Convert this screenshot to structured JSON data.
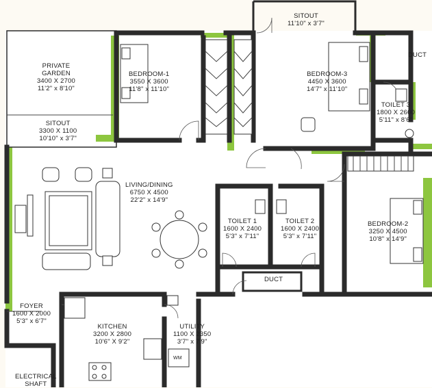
{
  "rooms": {
    "private_garden": {
      "name": "PRIVATE GARDEN",
      "dim_mm": "3400 X 2700",
      "dim_ft": "11'2\" x 8'10\""
    },
    "sitout_left": {
      "name": "SITOUT",
      "dim_mm": "3300 X 1100",
      "dim_ft": "10'10\" x 3'7\""
    },
    "bedroom1": {
      "name": "BEDROOM-1",
      "dim_mm": "3550 X 3600",
      "dim_ft": "11'8\" x 11'10\""
    },
    "sitout_top": {
      "name": "SITOUT",
      "dim_ft": "11'10\" x 3'7\""
    },
    "bedroom3": {
      "name": "BEDROOM-3",
      "dim_mm": "4450 X 3600",
      "dim_ft": "14'7\" x 11'10\""
    },
    "duct_top": {
      "name": "DUCT"
    },
    "toilet3": {
      "name": "TOILET 3",
      "dim_mm": "1800 X 2600",
      "dim_ft": "5'11\" x 8'6\""
    },
    "living_dining": {
      "name": "LIVING/DINING",
      "dim_mm": "6750 X 4500",
      "dim_ft": "22'2\" x 14'9\""
    },
    "toilet1": {
      "name": "TOILET 1",
      "dim_mm": "1600 X 2400",
      "dim_ft": "5'3\" x 7'11\""
    },
    "toilet2": {
      "name": "TOILET 2",
      "dim_mm": "1600 X 2400",
      "dim_ft": "5'3\" x 7'11\""
    },
    "bedroom2": {
      "name": "BEDROOM-2",
      "dim_mm": "3250 X 4500",
      "dim_ft": "10'8\" x 14'9\""
    },
    "duct_mid": {
      "name": "DUCT"
    },
    "foyer": {
      "name": "FOYER",
      "dim_mm": "1600 X 2000",
      "dim_ft": "5'3\" x 6'7\""
    },
    "kitchen": {
      "name": "KITCHEN",
      "dim_mm": "3200 X 2800",
      "dim_ft": "10'6\" X 9'2\""
    },
    "utility": {
      "name": "UTILITY",
      "dim_mm": "1100 X 2350",
      "dim_ft": "3'7\" x 7'9\""
    },
    "electrical_shaft": {
      "name_line1": "ELECTRICAL",
      "name_line2": "SHAFT"
    }
  },
  "fixtures": {
    "washing_machine": "WM"
  },
  "colors": {
    "wall": "#2b2b2b",
    "green_strip": "#8dc63f",
    "background": "#fdfaf3",
    "floor": "#ffffff"
  }
}
